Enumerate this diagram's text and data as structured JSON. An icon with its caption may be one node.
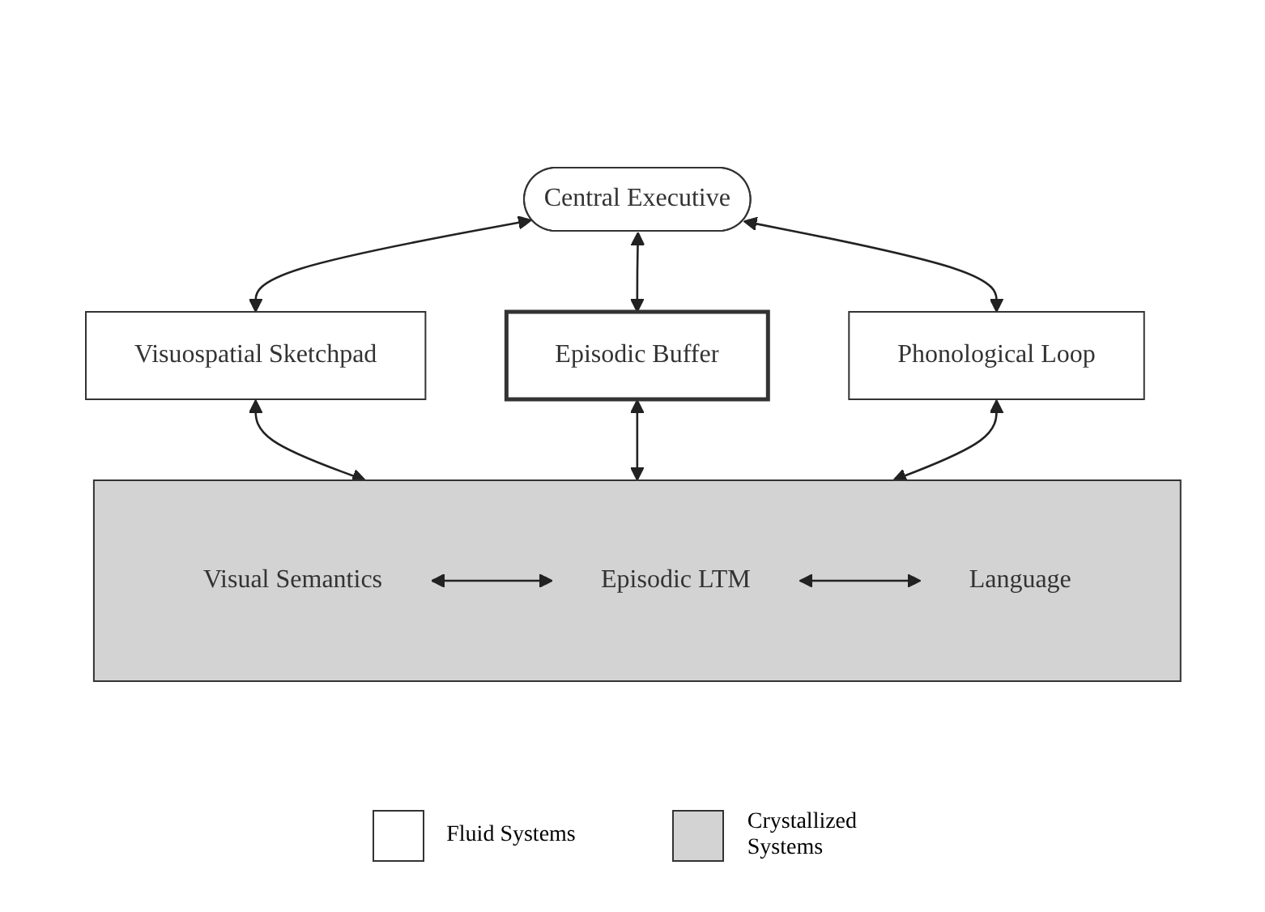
{
  "diagram": {
    "nodes": [
      {
        "text": [
          "Central Executive"
        ]
      },
      {
        "text": [
          "Visuospatial Sketchpad"
        ]
      },
      {
        "text": [
          "Episodic Buffer"
        ]
      },
      {
        "text": [
          "Phonological Loop"
        ]
      },
      {
        "text": [],
        "shape": "box"
      },
      {
        "text": [
          "Visual Semantics"
        ],
        "in": 4
      },
      {
        "text": [
          "Episodic LTM"
        ],
        "in": 4
      },
      {
        "text": [
          "Language"
        ],
        "in": 4
      }
    ],
    "edges": [
      {
        "from": 0,
        "to": 1,
        "arrow": "both"
      },
      {
        "from": 0,
        "to": 2,
        "arrow": "both"
      },
      {
        "from": 0,
        "to": 3,
        "arrow": "both"
      },
      {
        "from": 1,
        "to": 4,
        "arrow": "both"
      },
      {
        "from": 2,
        "to": 4,
        "arrow": "both"
      },
      {
        "from": 3,
        "to": 4,
        "arrow": "both"
      },
      {
        "from": 5,
        "to": 6,
        "arrow": "both"
      },
      {
        "from": 6,
        "to": 7,
        "arrow": "both"
      }
    ],
    "legend": [
      {
        "text": "Fluid Systems",
        "color": "#ffffff"
      },
      {
        "text": "Crystallized Systems",
        "color": "#d3d3d3"
      }
    ]
  }
}
